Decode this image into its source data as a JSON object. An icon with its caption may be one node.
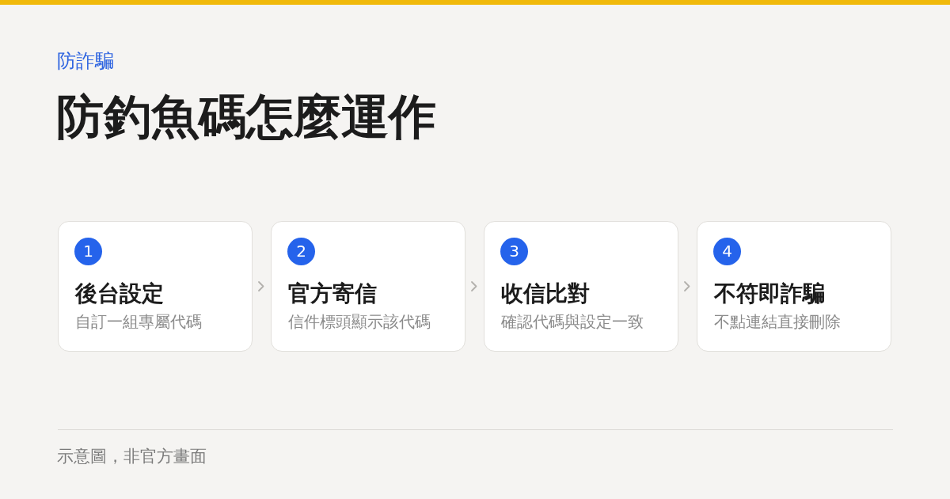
{
  "diagram": {
    "title": "防釣魚碼怎麼運作",
    "caption": "示意圖，非官方畫面",
    "nodes": [
      {
        "text": [
          "後台設定",
          "自訂一組專屬代碼"
        ]
      },
      {
        "text": [
          "1"
        ],
        "in": 0
      },
      {
        "text": [
          "官方寄信",
          "信件標頭顯示該代碼"
        ]
      },
      {
        "text": [
          "2"
        ],
        "in": 2
      },
      {
        "text": [
          "收信比對",
          "確認代碼與設定一致"
        ]
      },
      {
        "text": [
          "3"
        ],
        "in": 4
      },
      {
        "text": [
          "不符即詐騙",
          "不點連結直接刪除"
        ]
      },
      {
        "text": [
          "4"
        ],
        "in": 6
      }
    ],
    "edges": [
      {
        "from": 0,
        "to": 2,
        "arrow": "to"
      },
      {
        "from": 2,
        "to": 4,
        "arrow": "to"
      },
      {
        "from": 4,
        "to": 6,
        "arrow": "to"
      }
    ],
    "labels": [
      "防詐騙"
    ]
  }
}
